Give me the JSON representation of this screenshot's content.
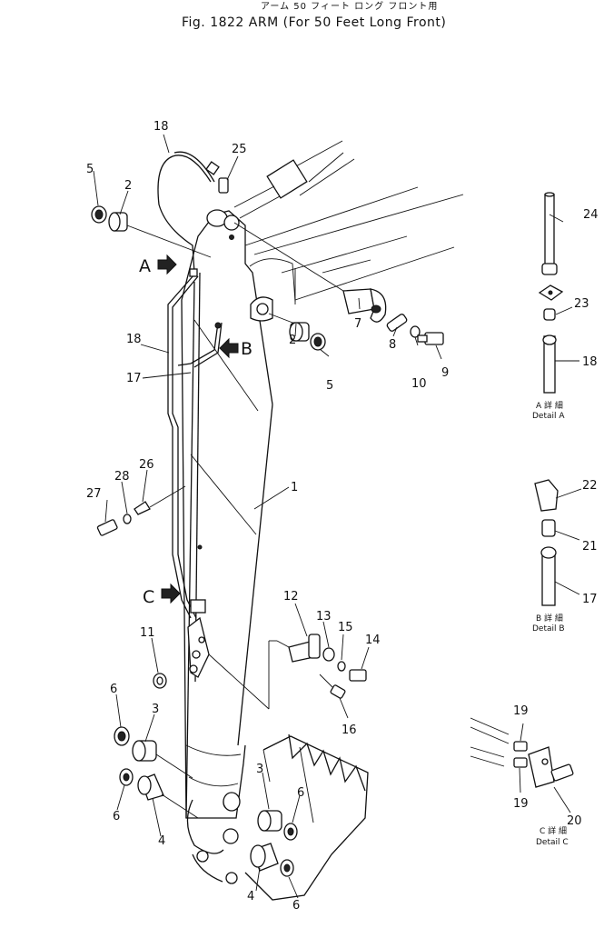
{
  "header": {
    "japanese_title": "アーム  50  フィート  ロング  フロント用",
    "figure_title": "Fig. 1822   ARM (For 50 Feet Long Front)"
  },
  "callouts": [
    "1",
    "2",
    "2",
    "3",
    "3",
    "4",
    "4",
    "5",
    "5",
    "6",
    "6",
    "6",
    "6",
    "7",
    "8",
    "9",
    "10",
    "11",
    "12",
    "13",
    "14",
    "15",
    "16",
    "17",
    "17",
    "18",
    "18",
    "18",
    "19",
    "19",
    "20",
    "21",
    "22",
    "23",
    "24",
    "25",
    "26",
    "27",
    "28"
  ],
  "view_markers": [
    "A",
    "B",
    "C"
  ],
  "details": {
    "a": {
      "jp": "A 詳 細",
      "en": "Detail A"
    },
    "b": {
      "jp": "B 詳 細",
      "en": "Detail B"
    },
    "c": {
      "jp": "C 詳 細",
      "en": "Detail C"
    }
  }
}
